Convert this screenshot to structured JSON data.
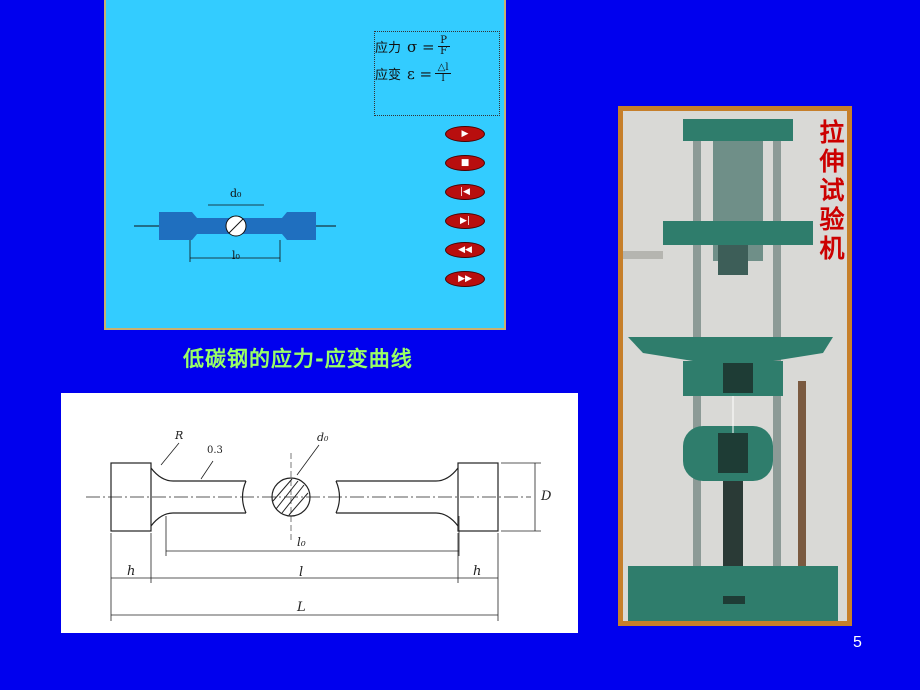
{
  "animation": {
    "formula": {
      "stress_label": "应力",
      "stress_symbol": "σ =",
      "stress_num": "P",
      "stress_den": "F",
      "strain_label": "应变",
      "strain_symbol": "ε =",
      "strain_num": "△l",
      "strain_den": "l"
    },
    "specimen": {
      "diameter_label": "d₀",
      "length_label": "l₀"
    },
    "controls": [
      {
        "name": "play",
        "glyph": "▶"
      },
      {
        "name": "stop",
        "glyph": "■"
      },
      {
        "name": "step-back",
        "glyph": "|◀"
      },
      {
        "name": "step-forward",
        "glyph": "▶|"
      },
      {
        "name": "rewind",
        "glyph": "◀◀"
      },
      {
        "name": "end",
        "glyph": "▶▶"
      }
    ]
  },
  "caption": "低碳钢的应力-应变曲线",
  "drawing": {
    "labels": {
      "R": "R",
      "roughness": "0.3",
      "d0": "d₀",
      "D": "D",
      "l0": "l₀",
      "h_left": "h",
      "h_right": "h",
      "l": "l",
      "L": "L"
    }
  },
  "photo_title": "拉伸试验机",
  "page_number": "5",
  "colors": {
    "background": "#0000ee",
    "panel": "#33ccff",
    "caption": "#99ff66",
    "title": "#cc0000"
  }
}
